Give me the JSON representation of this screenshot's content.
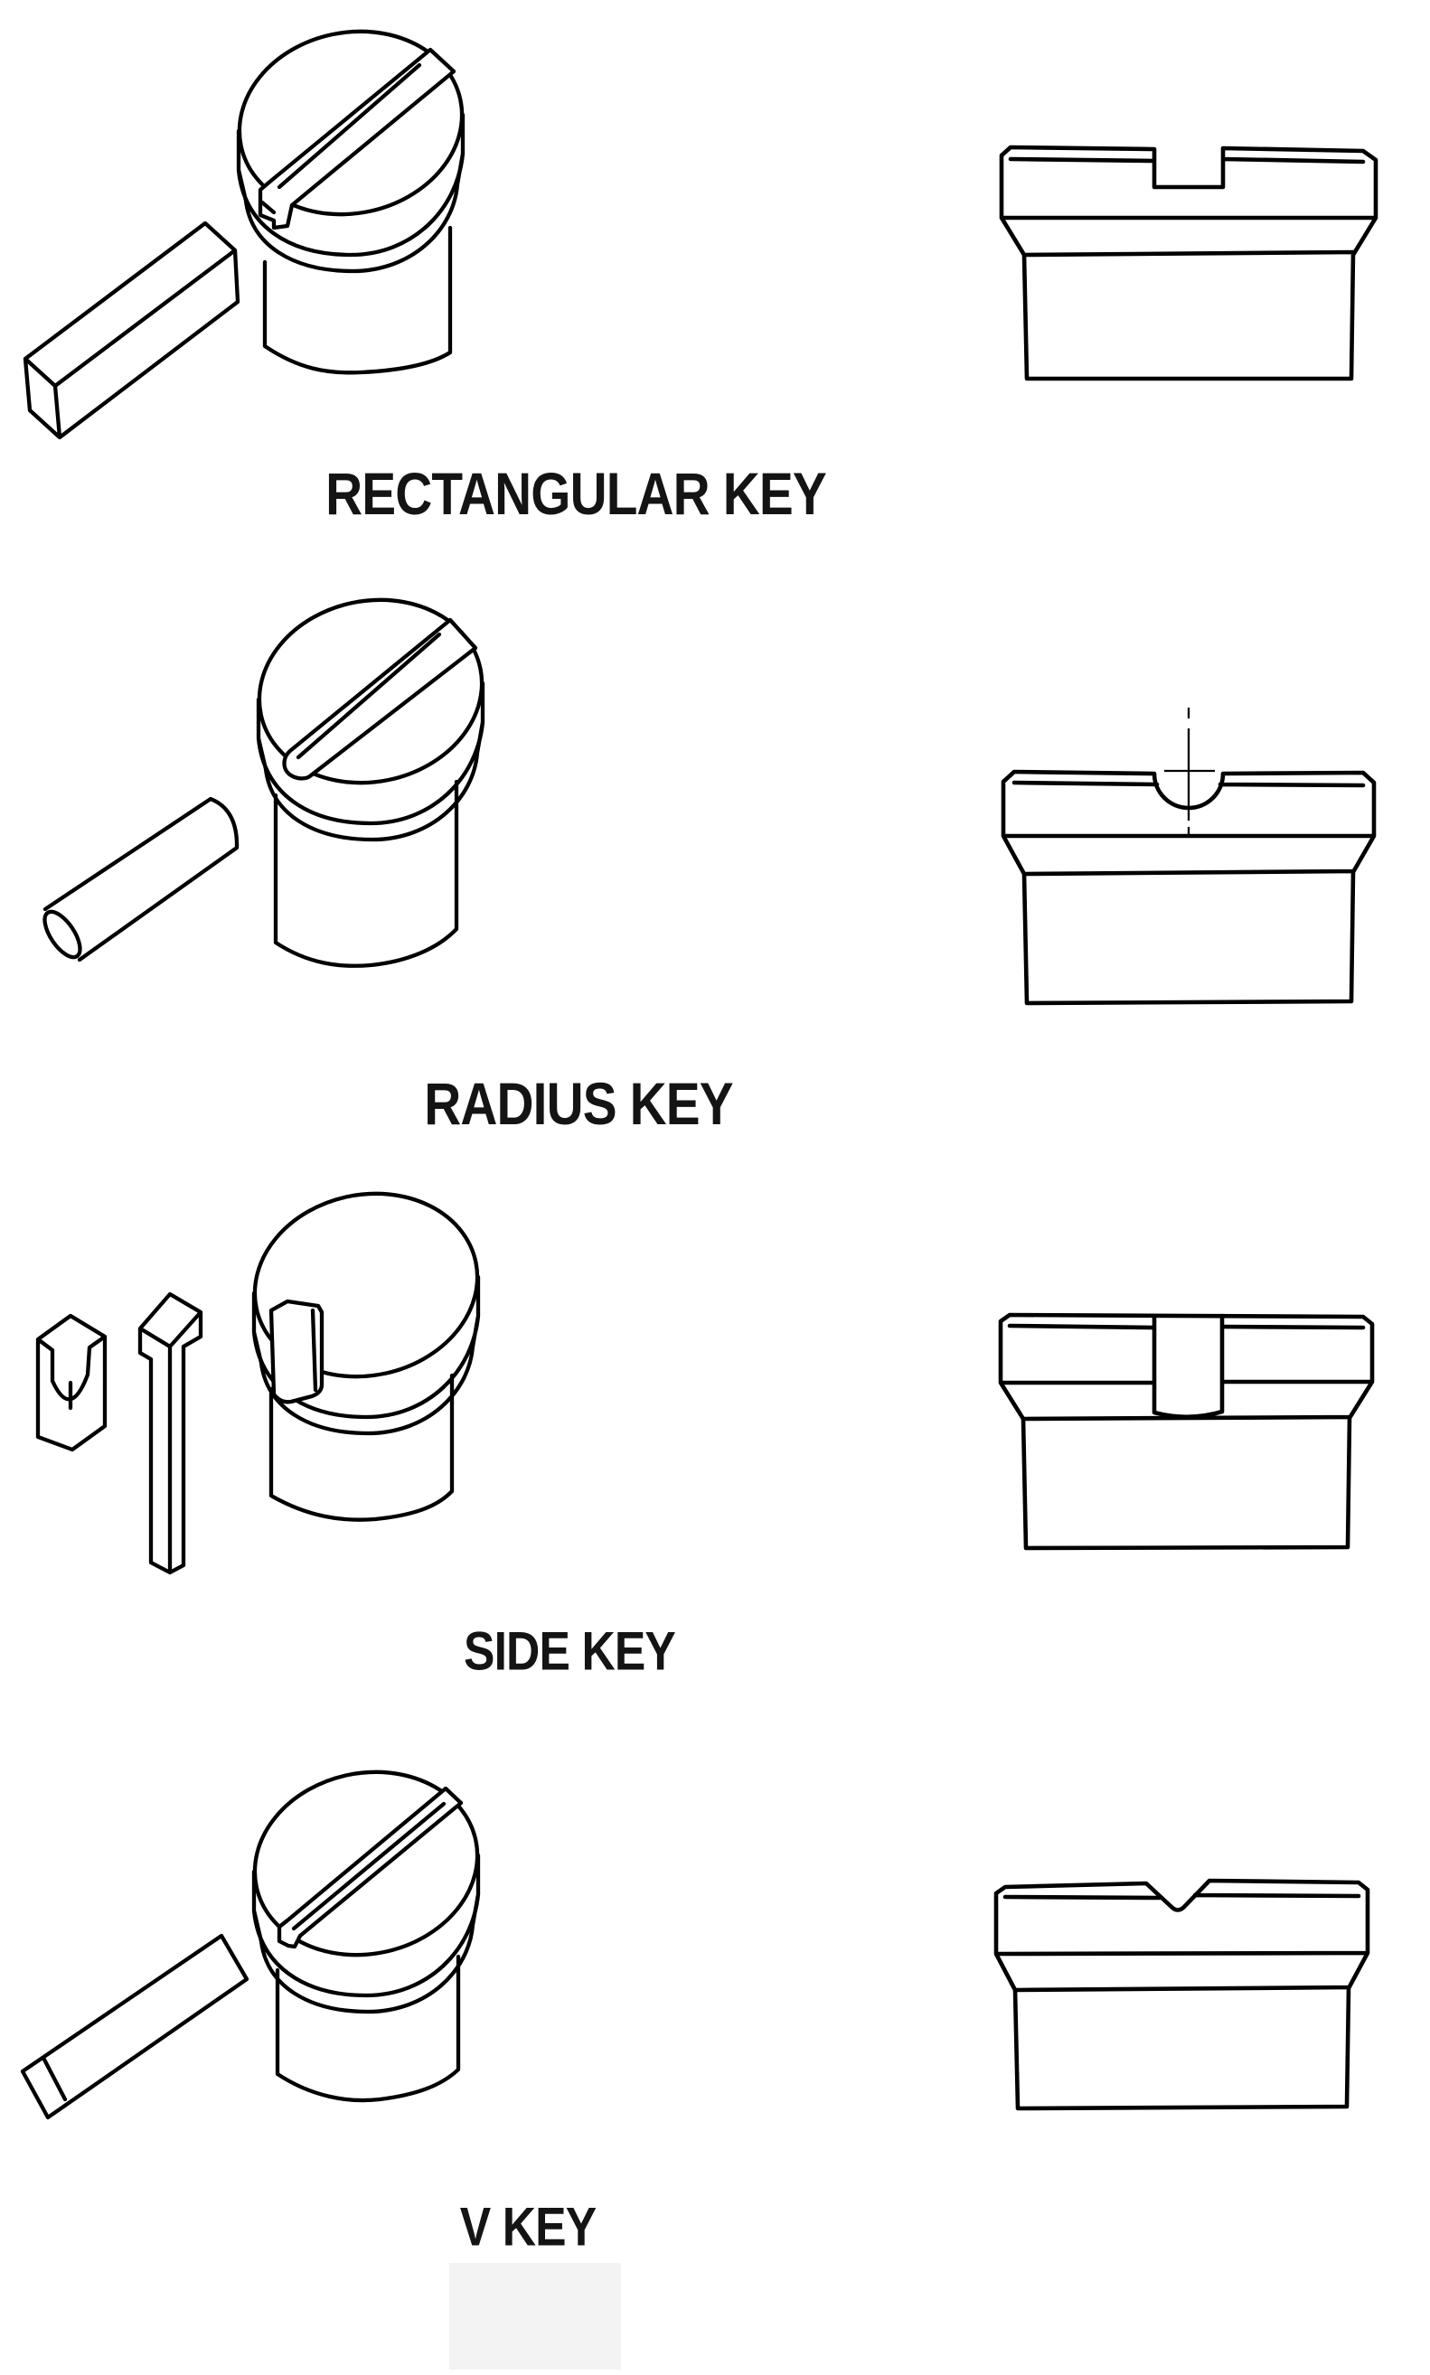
{
  "figure": {
    "background": "#ffffff",
    "line_color": "#000000",
    "rows": [
      {
        "label": "RECTANGULAR KEY",
        "views": [
          "rectangular-key-isometric",
          "rect-keyway-hub-isometric",
          "rect-keyway-hub-profile"
        ]
      },
      {
        "label": "RADIUS KEY",
        "views": [
          "radius-key-rod-isometric",
          "radius-keyway-hub-isometric",
          "radius-keyway-hub-profile"
        ]
      },
      {
        "label": "SIDE KEY",
        "views": [
          "side-key-block-isometric",
          "side-key-bar-isometric",
          "side-keyway-hub-isometric",
          "side-keyway-hub-profile"
        ]
      },
      {
        "label": "V KEY",
        "views": [
          "v-key-bar-isometric",
          "v-keyway-hub-isometric",
          "v-keyway-hub-profile"
        ]
      }
    ]
  }
}
